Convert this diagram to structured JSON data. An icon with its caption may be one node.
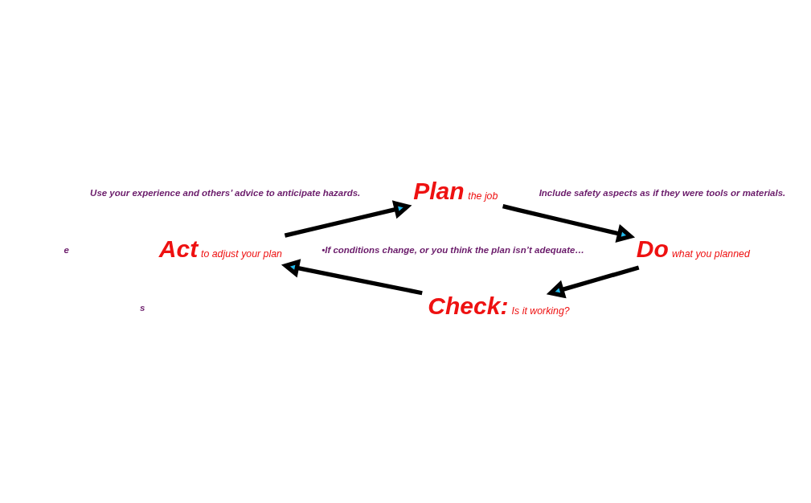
{
  "diagram": {
    "nodes": [
      {
        "text": [
          "Plan",
          "the job"
        ]
      },
      {
        "text": [
          "Act",
          "to adjust your plan"
        ]
      },
      {
        "text": [
          "Do",
          "what you planned"
        ]
      },
      {
        "text": [
          "Check:",
          "Is it working?"
        ]
      }
    ],
    "edges": [
      {
        "from": 0,
        "to": 2,
        "arrow": "to"
      },
      {
        "from": 2,
        "to": 3,
        "arrow": "to"
      },
      {
        "from": 3,
        "to": 1,
        "arrow": "to"
      },
      {
        "from": 1,
        "to": 0,
        "arrow": "to"
      }
    ],
    "labels": [
      "Use your experience and others’ advice to anticipate hazards.",
      "Include safety aspects as if they were tools or materials.",
      "e",
      "•If conditions change, or you think the plan isn’t adequate…",
      "s"
    ]
  }
}
